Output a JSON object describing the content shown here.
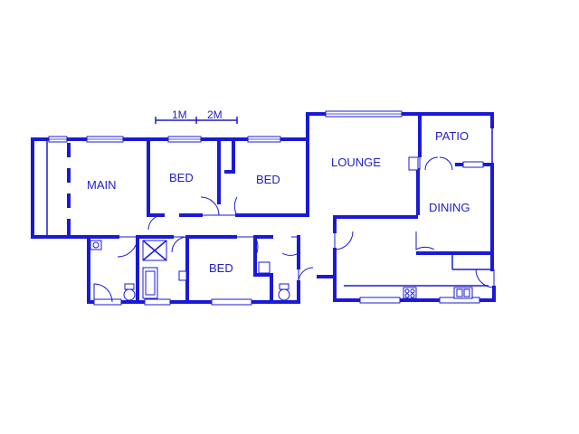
{
  "scale": {
    "label_1": "1M",
    "label_2": "2M"
  },
  "rooms": {
    "main": "MAIN",
    "bed_1": "BED",
    "bed_2": "BED",
    "bed_3": "BED",
    "lounge": "LOUNGE",
    "patio": "PATIO",
    "dining": "DINING"
  },
  "colors": {
    "wall": "#1a1ad6",
    "label": "#2020c8",
    "background": "#ffffff"
  },
  "icons": [
    "door-swing-icon",
    "window-icon",
    "toilet-icon",
    "basin-icon",
    "bath-icon",
    "shower-icon",
    "stove-icon",
    "sink-icon",
    "fireplace-icon"
  ]
}
